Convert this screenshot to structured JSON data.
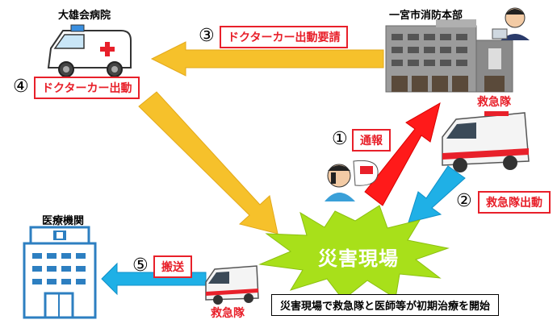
{
  "places": {
    "hospital": "大雄会病院",
    "fire_dept": "一宮市消防本部",
    "medical": "医療機関",
    "disaster": "災害現場"
  },
  "steps": {
    "s1": {
      "num": "①",
      "label": "通報"
    },
    "s2": {
      "num": "②",
      "label": "救急隊出動"
    },
    "s3": {
      "num": "③",
      "label": "ドクターカー出動要請"
    },
    "s4": {
      "num": "④",
      "label": "ドクターカー出動"
    },
    "s5": {
      "num": "⑤",
      "label": "搬送"
    }
  },
  "ambulance_labels": {
    "top": "救急隊",
    "bottom": "救急隊"
  },
  "notice": "災害現場で救急隊と医師等が初期治療を開始",
  "colors": {
    "arrow_yellow": "#f6c12b",
    "arrow_red": "#ff1a1a",
    "arrow_blue": "#1fb0e6",
    "burst_green": "#a8e01a",
    "label_red": "#e8202a"
  }
}
